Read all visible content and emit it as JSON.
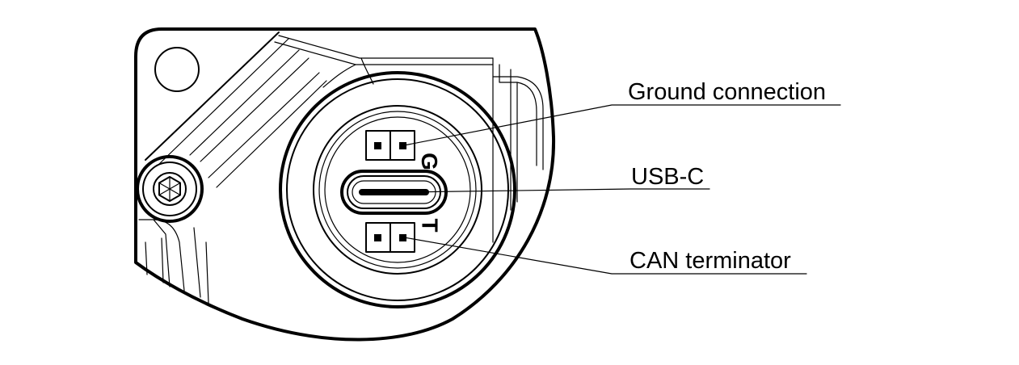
{
  "labels": {
    "ground": "Ground connection",
    "usb": "USB-C",
    "can": "CAN terminator"
  },
  "marks": {
    "ground_letter": "G",
    "terminator_letter": "T"
  },
  "colors": {
    "line": "#000000",
    "background": "#ffffff"
  },
  "icons": {
    "screw": "hex-socket-screw-icon",
    "mount_hole": "mounting-hole-icon"
  }
}
